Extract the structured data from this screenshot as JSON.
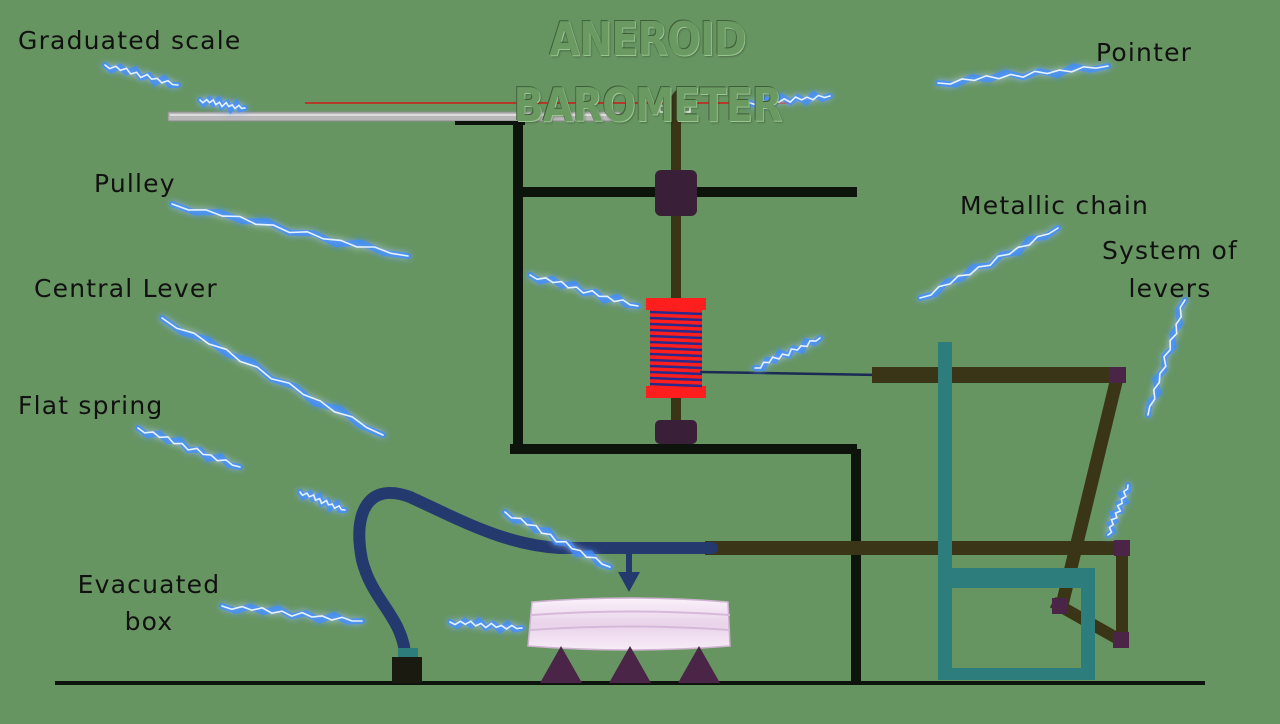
{
  "title": "ANEROID BAROMETER",
  "labels": {
    "graduated_scale": "Graduated scale",
    "pointer": "Pointer",
    "pulley": "Pulley",
    "metallic_chain": "Metallic chain",
    "system_of_levers_line1": "System of",
    "system_of_levers_line2": "levers",
    "central_lever": "Central Lever",
    "flat_spring": "Flat spring",
    "evacuated_box_line1": "Evacuated",
    "evacuated_box_line2": "box"
  },
  "colors": {
    "background": "#679561",
    "frame": "#0d140c",
    "shaft": "#3a3517",
    "pulley_coil": "#ff1e1e",
    "coil_wire": "#2a2a8a",
    "central_lever": "#243a6e",
    "levers": "#3a3517",
    "stand": "#2d7d7d",
    "box": "#f3e3f3",
    "supports": "#4b2547",
    "scale": "#b8b8b8",
    "pointer_needle": "#b33a2a",
    "arrows": "#3a8cff"
  }
}
